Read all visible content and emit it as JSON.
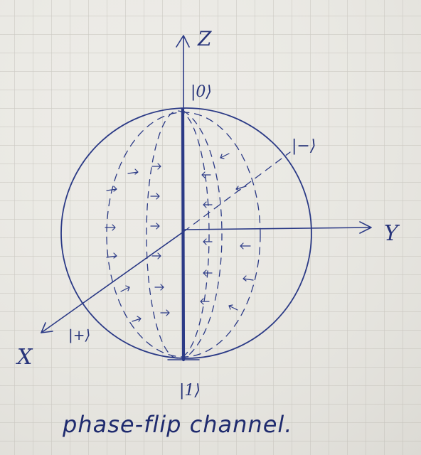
{
  "diagram": {
    "axes": {
      "z_label": "Z",
      "y_label": "Y",
      "x_label": "X"
    },
    "states": {
      "top": "|0⟩",
      "bottom": "|1⟩",
      "plus": "|+⟩",
      "minus": "|−⟩"
    },
    "caption": "phase-flip channel.",
    "ink_color": "#2b3a86",
    "grid_color": "#c9c7c0"
  }
}
